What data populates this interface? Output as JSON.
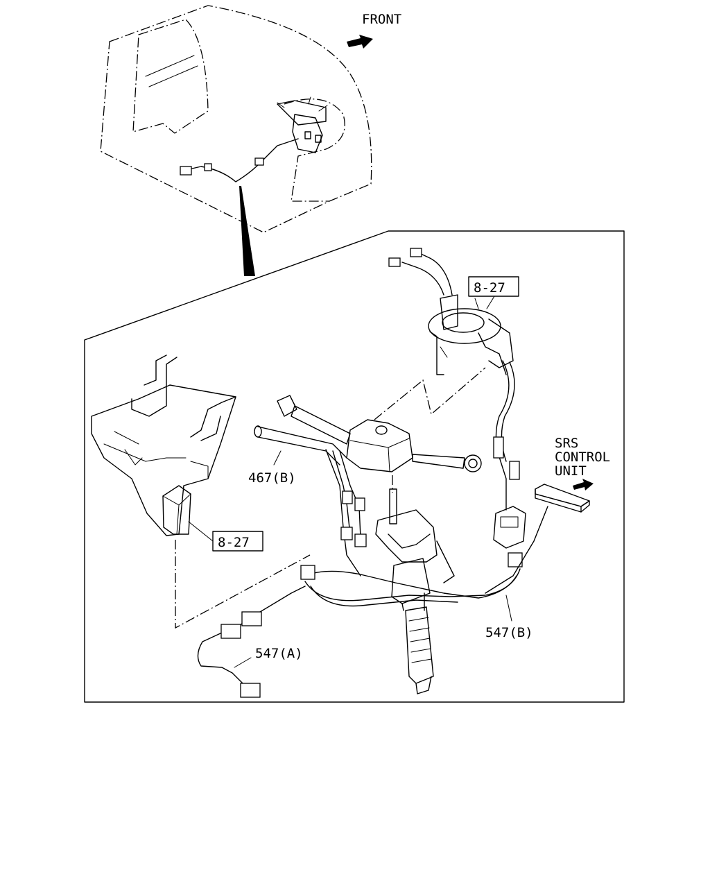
{
  "labels": {
    "front": "FRONT",
    "srs_line1": "SRS",
    "srs_line2": "CONTROL",
    "srs_line3": "UNIT",
    "ref_upper": "8-27",
    "ref_lower": "8-27",
    "harness_467b": "467(B)",
    "harness_547b": "547(B)",
    "harness_547a": "547(A)"
  },
  "icons": {
    "front_arrow": "arrow-right-icon",
    "srs_arrow": "arrow-right-icon"
  },
  "colors": {
    "line": "#000000",
    "background": "#ffffff"
  }
}
